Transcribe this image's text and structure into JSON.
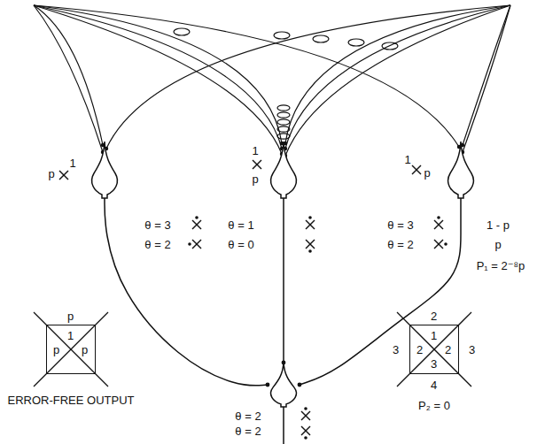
{
  "diagram": {
    "nodes": [
      {
        "text": [
          "θ = 3",
          "θ = 2"
        ]
      },
      {
        "text": [
          "θ = 1",
          "θ = 0"
        ]
      },
      {
        "text": [
          "θ = 3",
          "θ = 2"
        ]
      },
      {
        "text": [
          "p",
          "1",
          "p",
          "p"
        ]
      },
      {
        "text": [
          "2",
          "1",
          "2",
          "2",
          "3",
          "3",
          "3",
          "4"
        ]
      },
      {
        "text": [
          "θ = 2",
          "θ = 2"
        ]
      }
    ],
    "edges": [
      {
        "from": 0,
        "to": 5,
        "arrow": "none"
      },
      {
        "from": 1,
        "to": 5,
        "arrow": "none"
      },
      {
        "from": 2,
        "to": 5,
        "arrow": "none"
      }
    ],
    "labels": [
      "p",
      "1",
      "1",
      "p",
      "1",
      "p",
      "1 - p",
      "p",
      "P₁ = 2⁻⁸p",
      "ERROR-FREE OUTPUT",
      "P₂ = 0"
    ]
  }
}
